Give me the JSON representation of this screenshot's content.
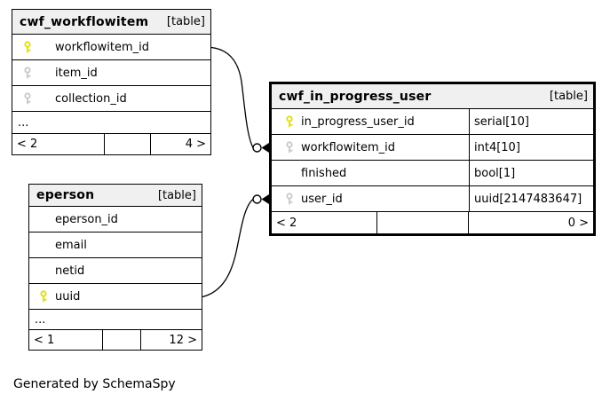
{
  "diagram": {
    "generator_note": "Generated by SchemaSpy"
  },
  "colors": {
    "primary_key": "#e0e000",
    "foreign_key": "#c8c8c8",
    "header_bg": "#f0f0f0",
    "border": "#000000"
  },
  "tables": [
    {
      "name": "cwf_workflowitem",
      "tag": "[table]",
      "emphasized": false,
      "columns": [
        {
          "name": "workflowitem_id",
          "key": "primary"
        },
        {
          "name": "item_id",
          "key": "foreign"
        },
        {
          "name": "collection_id",
          "key": "foreign"
        }
      ],
      "ellipsis": "...",
      "footer": {
        "left": "< 2",
        "middle": "",
        "right": "4 >"
      }
    },
    {
      "name": "cwf_in_progress_user",
      "tag": "[table]",
      "emphasized": true,
      "columns": [
        {
          "name": "in_progress_user_id",
          "key": "primary",
          "type": "serial[10]"
        },
        {
          "name": "workflowitem_id",
          "key": "foreign",
          "type": "int4[10]"
        },
        {
          "name": "finished",
          "key": "none",
          "type": "bool[1]"
        },
        {
          "name": "user_id",
          "key": "foreign",
          "type": "uuid[2147483647]"
        }
      ],
      "footer": {
        "left": "< 2",
        "middle": "",
        "right": "0 >"
      }
    },
    {
      "name": "eperson",
      "tag": "[table]",
      "emphasized": false,
      "columns": [
        {
          "name": "eperson_id",
          "key": "none"
        },
        {
          "name": "email",
          "key": "none"
        },
        {
          "name": "netid",
          "key": "none"
        },
        {
          "name": "uuid",
          "key": "primary"
        }
      ],
      "ellipsis": "...",
      "footer": {
        "left": "< 1",
        "middle": "",
        "right": "12 >"
      }
    }
  ],
  "relationships": [
    {
      "from": "cwf_workflowitem.workflowitem_id",
      "to": "cwf_in_progress_user.workflowitem_id"
    },
    {
      "from": "eperson.uuid",
      "to": "cwf_in_progress_user.user_id"
    }
  ]
}
